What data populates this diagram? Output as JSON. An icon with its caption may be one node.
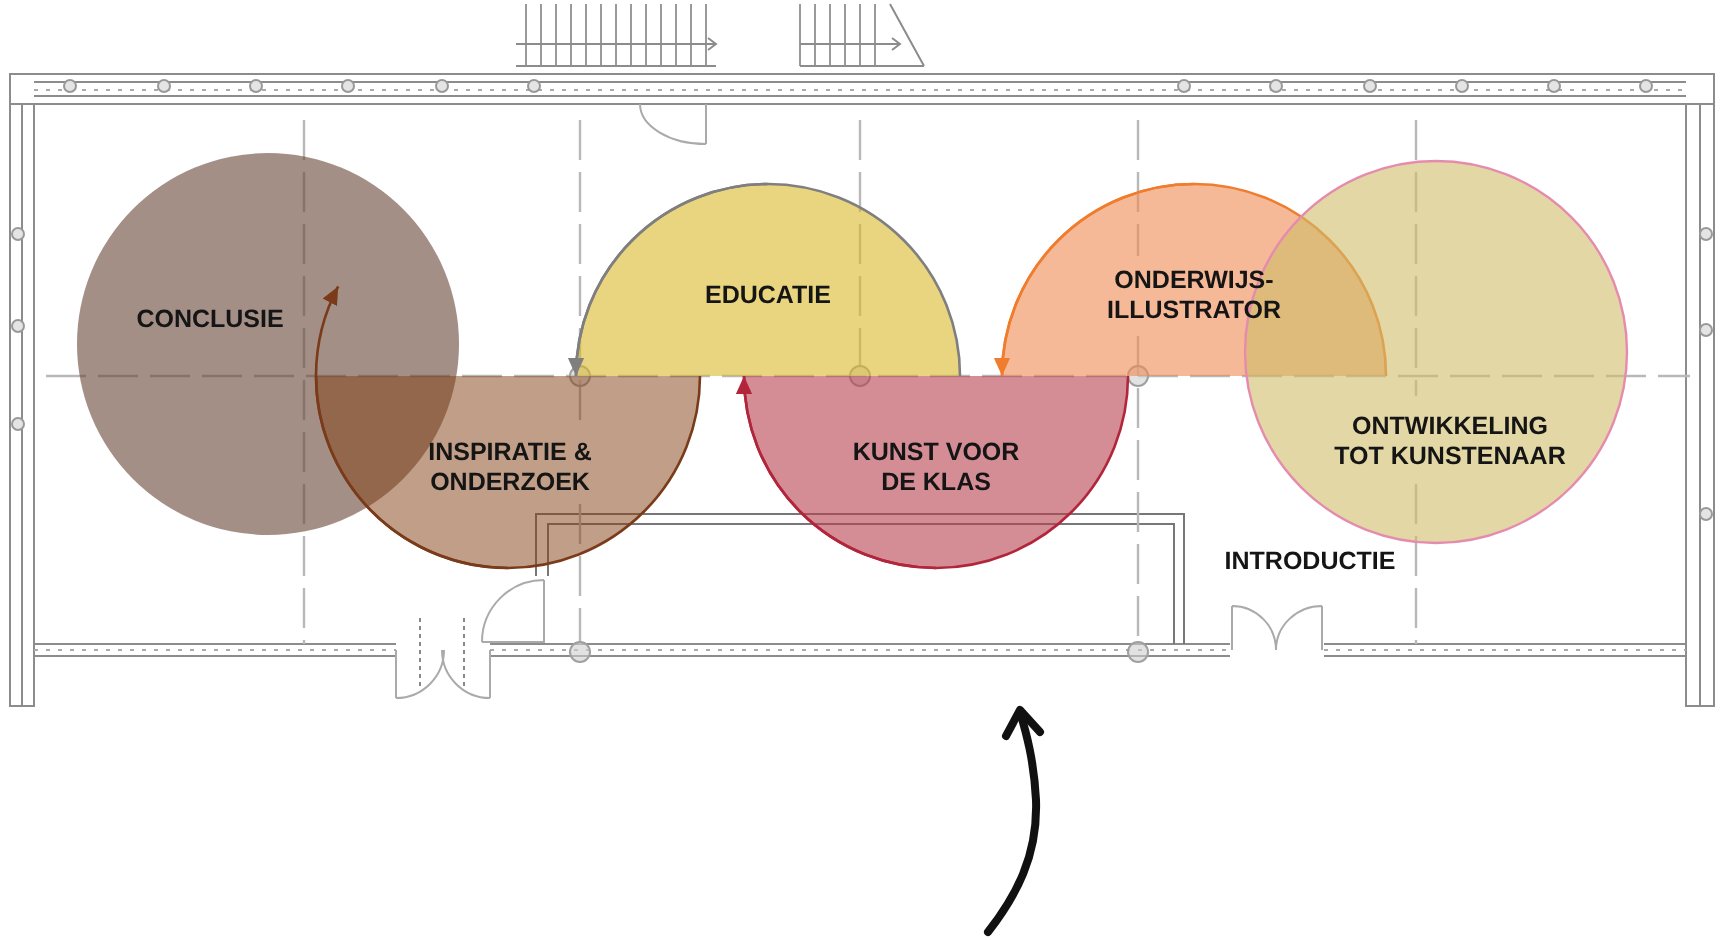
{
  "diagram": {
    "nodes": [
      {
        "text": [
          "CONCLUSIE"
        ]
      },
      {
        "text": [
          "INSPIRATIE & ONDERZOEK"
        ]
      },
      {
        "text": [
          "EDUCATIE"
        ]
      },
      {
        "text": [
          "KUNST VOOR DE KLAS"
        ]
      },
      {
        "text": [
          "ONDERWIJS-ILLUSTRATOR"
        ]
      },
      {
        "text": [
          "ONTWIKKELING TOT KUNSTENAAR"
        ]
      }
    ],
    "edges": [
      {
        "from": 1,
        "to": 0,
        "arrow": "to",
        "color": "#7a3b1a"
      },
      {
        "from": 2,
        "to": 1,
        "arrow": "to",
        "color": "#7f7f7f"
      },
      {
        "from": 3,
        "to": 2,
        "arrow": "to",
        "color": "#b3253a"
      },
      {
        "from": 4,
        "to": 3,
        "arrow": "to",
        "color": "#ef7d2d"
      }
    ],
    "labels": [
      "INTRODUCTIE"
    ]
  }
}
